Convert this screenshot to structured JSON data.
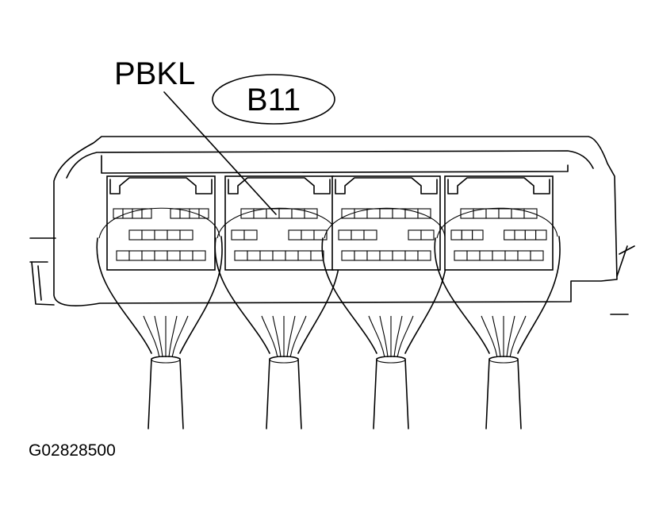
{
  "callouts": {
    "terminal_label": "PBKL",
    "connector_label": "B11"
  },
  "figure_code": "G02828500",
  "connectors": [
    {
      "name": "connector-1",
      "pin_rows": [
        [
          4,
          4
        ],
        [
          5
        ],
        [
          7
        ]
      ]
    },
    {
      "name": "connector-2-b11",
      "pin_rows": [
        [
          6
        ],
        [
          2,
          3
        ],
        [
          7
        ]
      ]
    },
    {
      "name": "connector-3",
      "pin_rows": [
        [
          7
        ],
        [
          3,
          2
        ],
        [
          7
        ]
      ]
    },
    {
      "name": "connector-4",
      "pin_rows": [
        [
          6
        ],
        [
          3,
          4
        ],
        [
          7
        ]
      ]
    }
  ]
}
